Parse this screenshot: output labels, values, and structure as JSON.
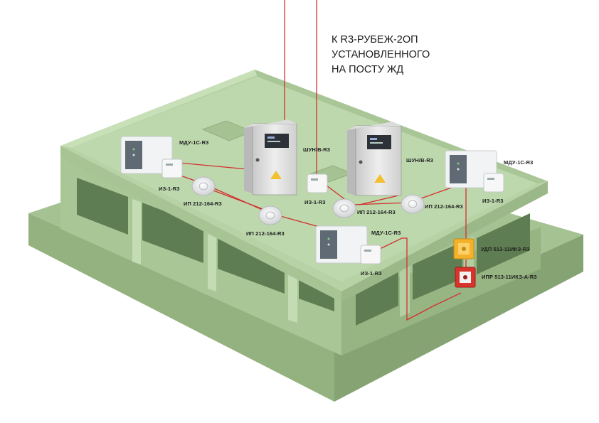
{
  "heading": {
    "line1": "К R3-РУБЕЖ-2ОП",
    "line2": "УСТАНОВЛЕННОГО",
    "line3": "НА ПОСТУ ЖД"
  },
  "labels": {
    "mdu_left": "МДУ-1С-R3",
    "iz_left": "ИЗ-1-R3",
    "ip_left": "ИП 212-164-R3",
    "ip_center": "ИП 212-164-R3",
    "shun_left": "ШУН/В-R3",
    "iz_center": "ИЗ-1-R3",
    "ip_mid": "ИП 212-164-R3",
    "shun_right": "ШУН/В-R3",
    "ip_right": "ИП 212-164-R3",
    "mdu_right": "МДУ-1С-R3",
    "iz_right": "ИЗ-1-R3",
    "mdu_center": "МДУ-1С-R3",
    "iz_bottom": "ИЗ-1-R3",
    "udp": "УДП 513-11ИКЗ-R3",
    "ipr": "ИПР 513-11ИКЗ-А-R3"
  },
  "colors": {
    "wire": "#d32f2f",
    "platform_top": "#b9d3a8",
    "platform_side": "#9dbb8a",
    "udp_body": "#f4b22a",
    "ipr_body": "#d9342b"
  }
}
